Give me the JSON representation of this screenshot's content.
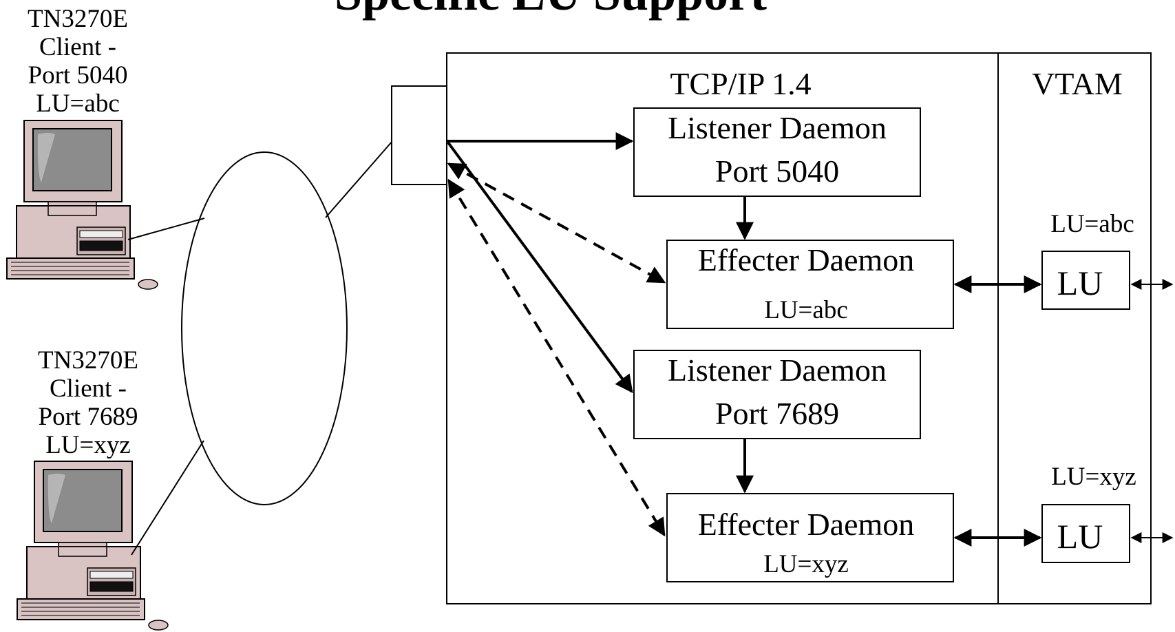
{
  "title": "Specific LU Support",
  "clients": [
    {
      "lines": [
        "TN3270E",
        "Client -",
        "Port 5040",
        "LU=abc"
      ]
    },
    {
      "lines": [
        "TN3270E",
        "Client -",
        "Port 7689",
        "LU=xyz"
      ]
    }
  ],
  "host": {
    "tcpip_label": "TCP/IP 1.4",
    "vtam_label": "VTAM"
  },
  "listeners": [
    {
      "line1": "Listener Daemon",
      "line2": "Port 5040"
    },
    {
      "line1": "Listener Daemon",
      "line2": "Port 7689"
    }
  ],
  "effecters": [
    {
      "line1": "Effecter Daemon",
      "line2": "LU=abc"
    },
    {
      "line1": "Effecter Daemon",
      "line2": "LU=xyz"
    }
  ],
  "lus": [
    {
      "caption": "LU=abc",
      "label": "LU"
    },
    {
      "caption": "LU=xyz",
      "label": "LU"
    }
  ]
}
